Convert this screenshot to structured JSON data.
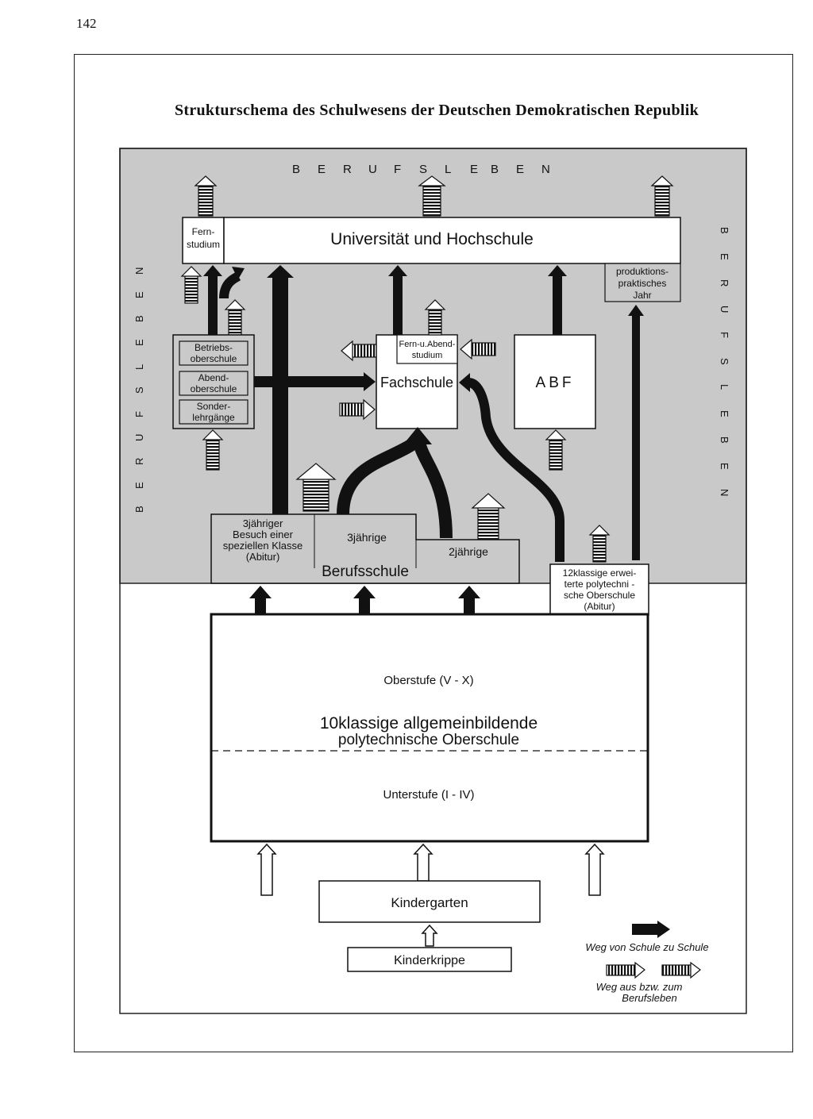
{
  "page": {
    "number": "142",
    "title": "Strukturschema des Schulwesens der Deutschen Demokratischen Republik"
  },
  "colors": {
    "shaded_area": "#c9c9c9",
    "box_fill": "#ffffff",
    "ink": "#111111",
    "paper": "#ffffff"
  },
  "side_labels": {
    "top": [
      "B",
      "E",
      "R",
      "U",
      "F",
      "S",
      "L",
      "E",
      "B",
      "E",
      "N"
    ],
    "left": [
      "B",
      "E",
      "R",
      "U",
      "F",
      "S",
      "L",
      "E",
      "B",
      "E",
      "N"
    ],
    "right": [
      "B",
      "E",
      "R",
      "U",
      "F",
      "S",
      "L",
      "E",
      "B",
      "E",
      "N"
    ]
  },
  "boxes": {
    "fernstudium": [
      "Fern-",
      "studium"
    ],
    "universitaet": "Universität und Hochschule",
    "produktion": [
      "produktions-",
      "praktisches",
      "Jahr"
    ],
    "betriebsoberschule": [
      "Betriebs-",
      "oberschule"
    ],
    "abendoberschule": [
      "Abend-",
      "oberschule"
    ],
    "sonderlehrgaenge": [
      "Sonder-",
      "lehrgänge"
    ],
    "fern_abend": [
      "Fern-u.Abend-",
      "studium"
    ],
    "fachschule": "Fachschule",
    "abf": "ABF",
    "berufsschule_3jaehriger": [
      "3jähriger",
      "Besuch einer",
      "speziellen Klasse",
      "(Abitur)"
    ],
    "berufsschule_3jaehrige": "3jährige",
    "berufsschule_2jaehrige": "2jährige",
    "berufsschule": "Berufsschule",
    "eos": [
      "12klassige erwei-",
      "terte polytechni -",
      "sche Oberschule",
      "(Abitur)"
    ],
    "oberstufe": "Oberstufe (V - X)",
    "pos": [
      "10klassige allgemeinbildende",
      "polytechnische Oberschule"
    ],
    "unterstufe": "Unterstufe (I - IV)",
    "kindergarten": "Kindergarten",
    "kinderkrippe": "Kinderkrippe"
  },
  "legend": {
    "school_path": "Weg von Schule zu Schule",
    "work_path": [
      "Weg aus bzw. zum",
      "Berufsleben"
    ]
  }
}
